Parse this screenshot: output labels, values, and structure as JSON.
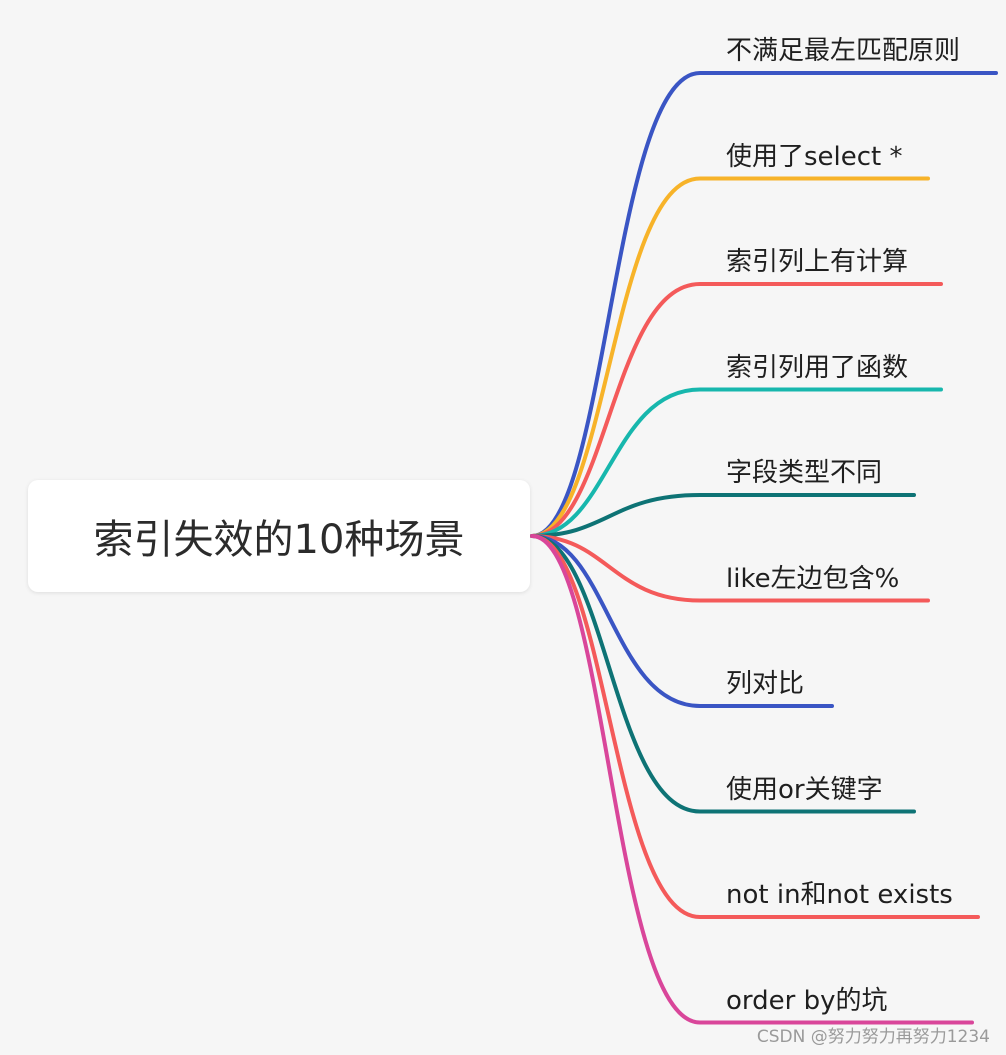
{
  "root": {
    "title": "索引失效的10种场景"
  },
  "branches": [
    {
      "label": "不满足最左匹配原则",
      "color": "#3a55c4"
    },
    {
      "label": "使用了select *",
      "color": "#f7b329"
    },
    {
      "label": "索引列上有计算",
      "color": "#f45a5a"
    },
    {
      "label": "索引列用了函数",
      "color": "#17b7ad"
    },
    {
      "label": "字段类型不同",
      "color": "#0e7375"
    },
    {
      "label": "like左边包含%",
      "color": "#f45a5a"
    },
    {
      "label": "列对比",
      "color": "#3a55c4"
    },
    {
      "label": "使用or关键字",
      "color": "#0e7375"
    },
    {
      "label": "not in和not exists",
      "color": "#f45a5a"
    },
    {
      "label": "order by的坑",
      "color": "#d9469a"
    }
  ],
  "watermark": "CSDN @努力努力再努力1234"
}
